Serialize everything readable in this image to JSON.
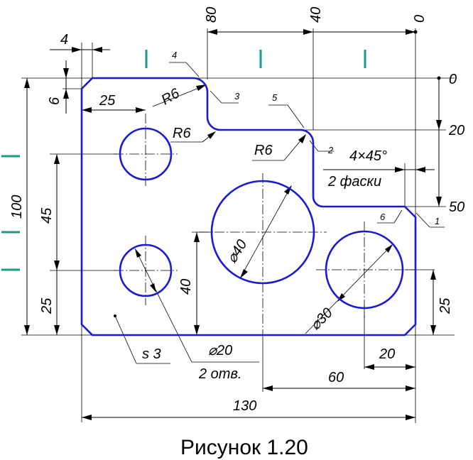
{
  "caption": "Рисунок 1.20",
  "top_coords": {
    "c80": "80",
    "c40": "40",
    "c0": "0"
  },
  "right_coords": {
    "r0": "0",
    "r20": "20",
    "r50": "50"
  },
  "dims": {
    "d4": "4",
    "d6": "6",
    "d25_top": "25",
    "d100": "100",
    "d45": "45",
    "d25_left": "25",
    "d40": "40",
    "d25_right": "25",
    "d20_bottom": "20",
    "d60": "60",
    "d130": "130"
  },
  "radii": {
    "r1": "R6",
    "r2": "R6",
    "r3": "R6"
  },
  "diameters": {
    "dia40": "⌀40",
    "dia30": "⌀30",
    "dia20": "⌀20",
    "holes": "2 отв."
  },
  "chamfer": {
    "size": "4×45°",
    "count": "2 фаски"
  },
  "thickness": "s 3",
  "points": [
    "1",
    "2",
    "3",
    "4",
    "5",
    "6"
  ],
  "colors": {
    "outline": "#1a1ad6",
    "marks": "#1a9a8a"
  }
}
